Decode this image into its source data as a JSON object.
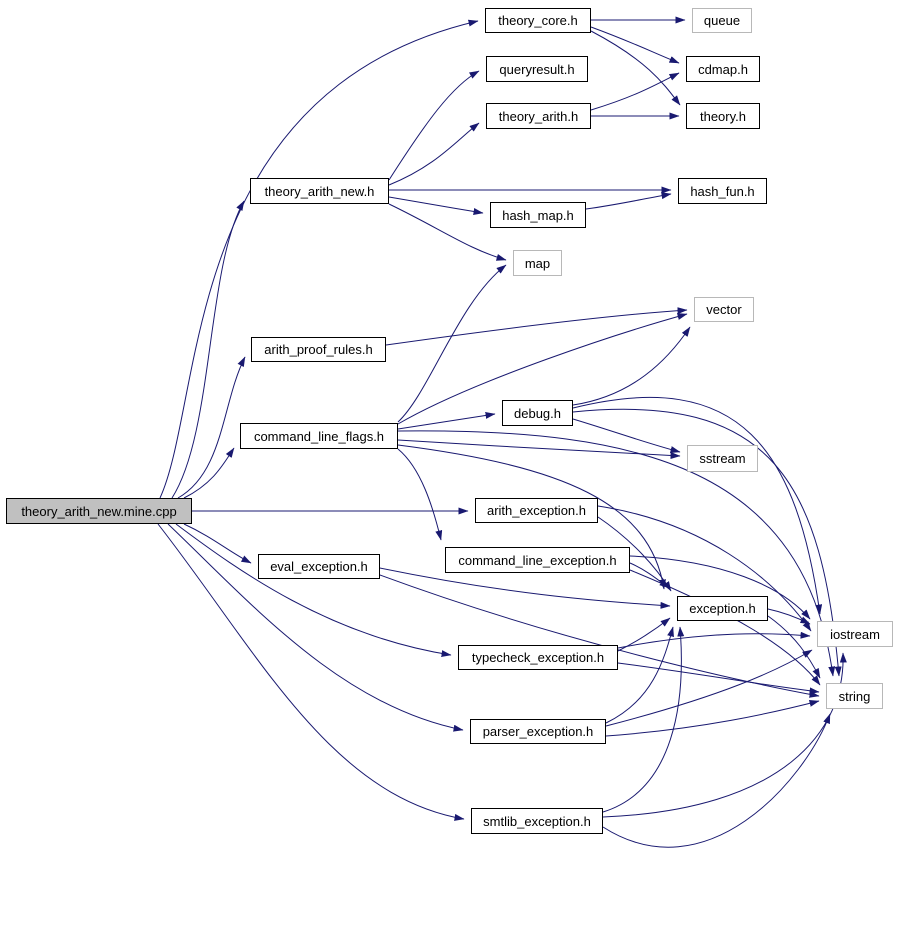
{
  "diagram": {
    "kind": "include-dependency-graph",
    "edge_color": "#191970",
    "node_border_color": "#000000",
    "system_node_border_color": "#b8b8b8",
    "main_node_fill": "#c0c0c0",
    "nodes": [
      {
        "id": "main",
        "label": "theory_arith_new.mine.cpp",
        "kind": "main"
      },
      {
        "id": "theory_core",
        "label": "theory_core.h",
        "kind": "header"
      },
      {
        "id": "queue",
        "label": "queue",
        "kind": "system"
      },
      {
        "id": "queryresult",
        "label": "queryresult.h",
        "kind": "header"
      },
      {
        "id": "cdmap",
        "label": "cdmap.h",
        "kind": "header"
      },
      {
        "id": "theory_arith",
        "label": "theory_arith.h",
        "kind": "header"
      },
      {
        "id": "theory",
        "label": "theory.h",
        "kind": "header"
      },
      {
        "id": "theory_arith_new",
        "label": "theory_arith_new.h",
        "kind": "header"
      },
      {
        "id": "hash_fun",
        "label": "hash_fun.h",
        "kind": "header"
      },
      {
        "id": "hash_map",
        "label": "hash_map.h",
        "kind": "header"
      },
      {
        "id": "map",
        "label": "map",
        "kind": "system"
      },
      {
        "id": "vector",
        "label": "vector",
        "kind": "system"
      },
      {
        "id": "arith_proof_rules",
        "label": "arith_proof_rules.h",
        "kind": "header"
      },
      {
        "id": "debug",
        "label": "debug.h",
        "kind": "header"
      },
      {
        "id": "command_line_flags",
        "label": "command_line_flags.h",
        "kind": "header"
      },
      {
        "id": "sstream",
        "label": "sstream",
        "kind": "system"
      },
      {
        "id": "arith_exception",
        "label": "arith_exception.h",
        "kind": "header"
      },
      {
        "id": "command_line_exception",
        "label": "command_line_exception.h",
        "kind": "header"
      },
      {
        "id": "eval_exception",
        "label": "eval_exception.h",
        "kind": "header"
      },
      {
        "id": "exception",
        "label": "exception.h",
        "kind": "header"
      },
      {
        "id": "iostream",
        "label": "iostream",
        "kind": "system"
      },
      {
        "id": "typecheck_exception",
        "label": "typecheck_exception.h",
        "kind": "header"
      },
      {
        "id": "string",
        "label": "string",
        "kind": "system"
      },
      {
        "id": "parser_exception",
        "label": "parser_exception.h",
        "kind": "header"
      },
      {
        "id": "smtlib_exception",
        "label": "smtlib_exception.h",
        "kind": "header"
      }
    ],
    "edges": [
      {
        "from": "theory_arith_new.mine.cpp",
        "to": "theory_core.h"
      },
      {
        "from": "theory_arith_new.mine.cpp",
        "to": "theory_arith_new.h"
      },
      {
        "from": "theory_arith_new.mine.cpp",
        "to": "arith_proof_rules.h"
      },
      {
        "from": "theory_arith_new.mine.cpp",
        "to": "command_line_flags.h"
      },
      {
        "from": "theory_arith_new.mine.cpp",
        "to": "arith_exception.h"
      },
      {
        "from": "theory_arith_new.mine.cpp",
        "to": "eval_exception.h"
      },
      {
        "from": "theory_arith_new.mine.cpp",
        "to": "typecheck_exception.h"
      },
      {
        "from": "theory_arith_new.mine.cpp",
        "to": "parser_exception.h"
      },
      {
        "from": "theory_arith_new.mine.cpp",
        "to": "smtlib_exception.h"
      },
      {
        "from": "theory_arith_new.h",
        "to": "queryresult.h"
      },
      {
        "from": "theory_arith_new.h",
        "to": "theory_arith.h"
      },
      {
        "from": "theory_arith_new.h",
        "to": "hash_fun.h"
      },
      {
        "from": "theory_arith_new.h",
        "to": "hash_map.h"
      },
      {
        "from": "theory_arith_new.h",
        "to": "map"
      },
      {
        "from": "theory_core.h",
        "to": "queue"
      },
      {
        "from": "theory_core.h",
        "to": "cdmap.h"
      },
      {
        "from": "theory_core.h",
        "to": "theory.h"
      },
      {
        "from": "theory_arith.h",
        "to": "cdmap.h"
      },
      {
        "from": "theory_arith.h",
        "to": "theory.h"
      },
      {
        "from": "hash_map.h",
        "to": "hash_fun.h"
      },
      {
        "from": "arith_proof_rules.h",
        "to": "vector"
      },
      {
        "from": "command_line_flags.h",
        "to": "debug.h"
      },
      {
        "from": "command_line_flags.h",
        "to": "vector"
      },
      {
        "from": "command_line_flags.h",
        "to": "map"
      },
      {
        "from": "command_line_flags.h",
        "to": "sstream"
      },
      {
        "from": "command_line_flags.h",
        "to": "command_line_exception.h"
      },
      {
        "from": "command_line_flags.h",
        "to": "exception.h"
      },
      {
        "from": "command_line_flags.h",
        "to": "string"
      },
      {
        "from": "debug.h",
        "to": "vector"
      },
      {
        "from": "debug.h",
        "to": "sstream"
      },
      {
        "from": "debug.h",
        "to": "iostream"
      },
      {
        "from": "debug.h",
        "to": "string"
      },
      {
        "from": "arith_exception.h",
        "to": "exception.h"
      },
      {
        "from": "arith_exception.h",
        "to": "iostream"
      },
      {
        "from": "command_line_exception.h",
        "to": "exception.h"
      },
      {
        "from": "command_line_exception.h",
        "to": "iostream"
      },
      {
        "from": "command_line_exception.h",
        "to": "string"
      },
      {
        "from": "eval_exception.h",
        "to": "exception.h"
      },
      {
        "from": "eval_exception.h",
        "to": "string"
      },
      {
        "from": "exception.h",
        "to": "iostream"
      },
      {
        "from": "exception.h",
        "to": "string"
      },
      {
        "from": "typecheck_exception.h",
        "to": "exception.h"
      },
      {
        "from": "typecheck_exception.h",
        "to": "iostream"
      },
      {
        "from": "typecheck_exception.h",
        "to": "string"
      },
      {
        "from": "parser_exception.h",
        "to": "exception.h"
      },
      {
        "from": "parser_exception.h",
        "to": "iostream"
      },
      {
        "from": "parser_exception.h",
        "to": "string"
      },
      {
        "from": "smtlib_exception.h",
        "to": "exception.h"
      },
      {
        "from": "smtlib_exception.h",
        "to": "iostream"
      },
      {
        "from": "smtlib_exception.h",
        "to": "string"
      }
    ]
  }
}
